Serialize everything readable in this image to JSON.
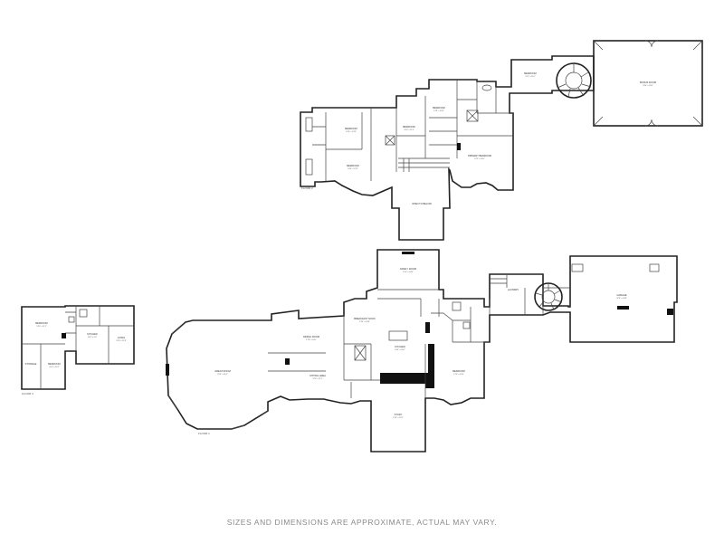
{
  "disclaimer": "SIZES AND DIMENSIONS ARE APPROXIMATE, ACTUAL MAY VARY.",
  "floors": {
    "upper_left_label": "FLOOR 2",
    "main_label": "FLOOR 1",
    "small_label": "FLOOR 3"
  },
  "rooms_upper": {
    "bedroom_left": "BEDROOM",
    "bedroom_left_dim": "16'4\" x 13'8\"",
    "bedroom_mid": "BEDROOM",
    "bedroom_mid_dim": "14'6\" x 13'2\"",
    "bedroom_center": "BEDROOM",
    "bedroom_center_dim": "13'0\" x 11'4\"",
    "bedroom_top": "BEDROOM",
    "bedroom_top_dim": "12'8\" x 10'6\"",
    "primary_bedroom": "PRIMARY BEDROOM",
    "primary_bedroom_dim": "19'2\" x 16'0\"",
    "open_to_below": "OPEN TO BELOW",
    "bedroom_far": "BEDROOM",
    "bedroom_far_dim": "12'2\" x 11'0\"",
    "bonus_room": "BONUS ROOM",
    "bonus_room_dim": "33'4\" x 29'0\""
  },
  "rooms_main": {
    "great_room": "GREAT ROOM",
    "great_room_dim": "25'4\" x 21'6\"",
    "dining_room": "DINING ROOM",
    "dining_room_dim": "17'8\" x 14'0\"",
    "sitting_area": "SITTING AREA",
    "sitting_area_dim": "12'6\" x 11'2\"",
    "family_room": "FAMILY ROOM",
    "family_room_dim": "19'0\" x 18'4\"",
    "breakfast_nook": "BREAKFAST NOOK",
    "breakfast_nook_dim": "13'4\" x 10'8\"",
    "kitchen": "KITCHEN",
    "kitchen_dim": "18'6\" x 16'0\"",
    "bedroom": "BEDROOM",
    "bedroom_dim": "17'0\" x 15'6\"",
    "study": "STUDY",
    "study_dim": "15'8\" x 14'2\"",
    "laundry": "LAUNDRY",
    "garage": "GARAGE",
    "garage_dim": "32'6\" x 24'8\""
  },
  "rooms_small": {
    "bedroom_a": "BEDROOM",
    "bedroom_a_dim": "13'6\" x 11'2\"",
    "kitchen": "KITCHEN",
    "kitchen_dim": "10'4\" x 9'0\"",
    "bedroom_b": "BEDROOM",
    "bedroom_b_dim": "11'0\" x 10'2\"",
    "storage": "STORAGE",
    "living": "LIVING",
    "living_dim": "12'6\" x 11'8\""
  }
}
